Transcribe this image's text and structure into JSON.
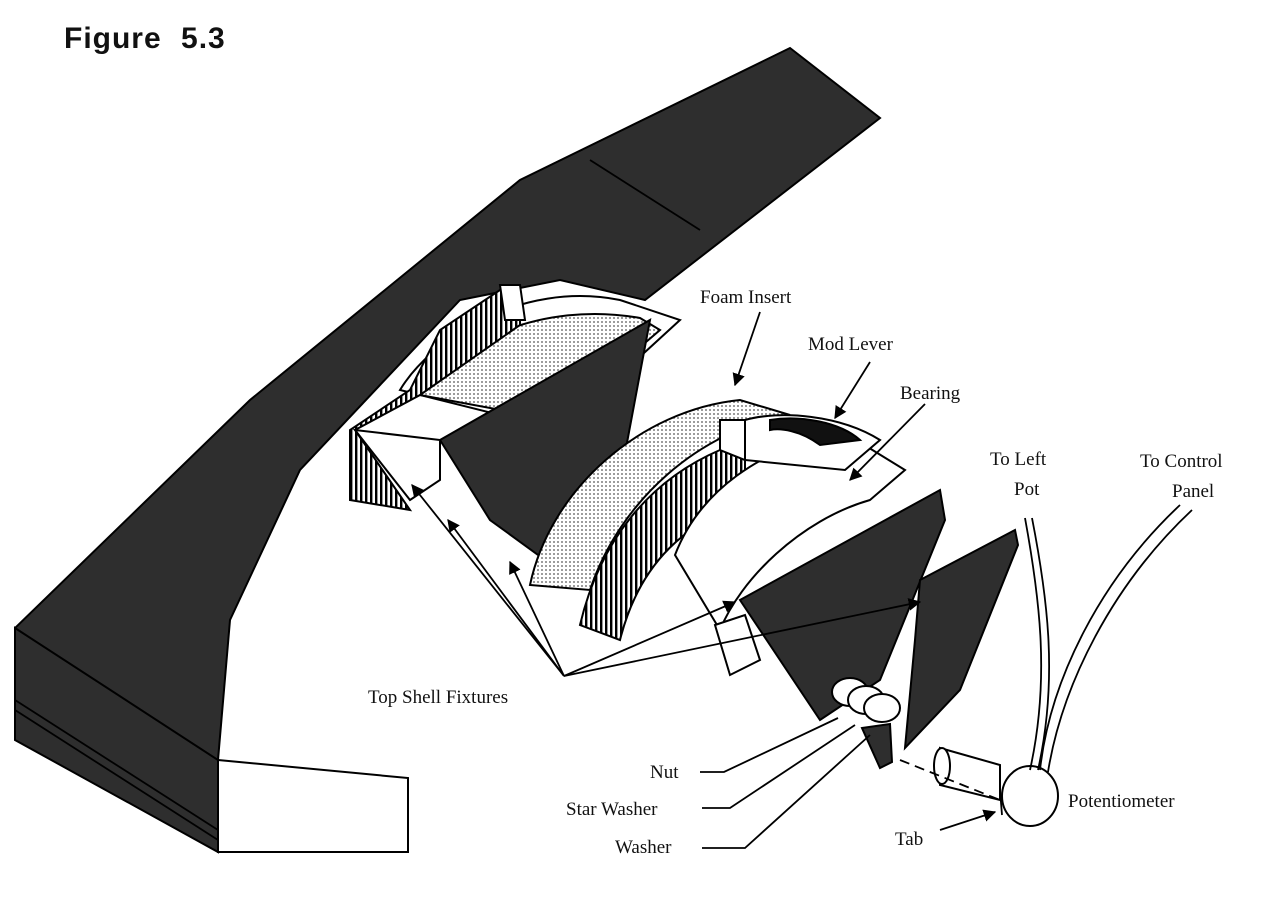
{
  "figure": {
    "title": "Figure 5.3"
  },
  "labels": {
    "foam_insert": "Foam Insert",
    "mod_lever": "Mod Lever",
    "bearing": "Bearing",
    "to_left_pot_1": "To Left",
    "to_left_pot_2": "Pot",
    "to_control_panel_1": "To Control",
    "to_control_panel_2": "Panel",
    "top_shell_fixtures": "Top Shell Fixtures",
    "nut": "Nut",
    "star_washer": "Star Washer",
    "washer": "Washer",
    "tab": "Tab",
    "potentiometer": "Potentiometer"
  },
  "colors": {
    "dark_part": "#2e2e2e",
    "line": "#000000",
    "background": "#ffffff"
  }
}
